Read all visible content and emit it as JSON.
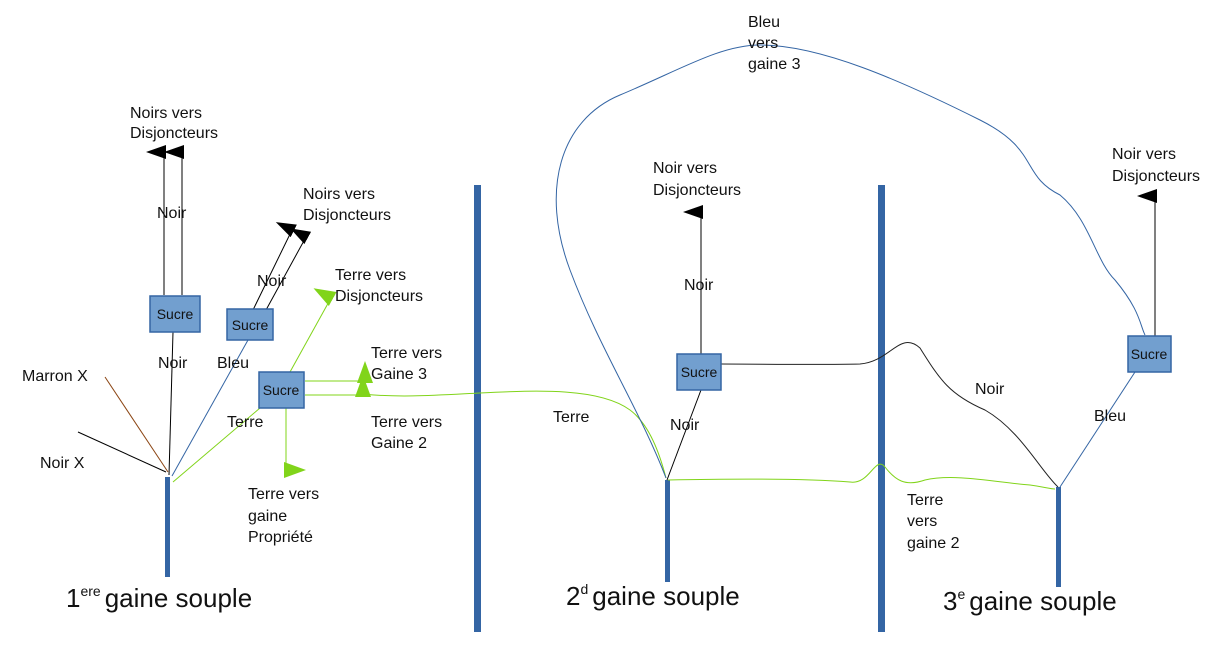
{
  "colors": {
    "gaine": "#3465a4",
    "sucre_fill": "#729fcf",
    "noir": "#000000",
    "bleu": "#3465a4",
    "terre": "#81d41a",
    "marron": "#8b4513"
  },
  "gaines": [
    {
      "number": "1",
      "suffix": "ere",
      "label": "gaine souple"
    },
    {
      "number": "2",
      "suffix": "d",
      "label": "gaine souple"
    },
    {
      "number": "3",
      "suffix": "e",
      "label": "gaine souple"
    }
  ],
  "sucre_label": "Sucre",
  "section1": {
    "noirs_vers_disj_1": [
      "Noirs vers",
      "Disjoncteurs"
    ],
    "noirs_vers_disj_2": [
      "Noirs vers",
      "Disjoncteurs"
    ],
    "terre_vers_disj": [
      "Terre vers",
      "Disjoncteurs"
    ],
    "terre_vers_gaine3": [
      "Terre vers",
      "Gaine 3"
    ],
    "terre_vers_gaine2": [
      "Terre vers",
      "Gaine 2"
    ],
    "terre_vers_propriete": [
      "Terre vers",
      "gaine",
      "Propriété"
    ],
    "noir_label_top": "Noir",
    "noir_label_mid": "Noir",
    "noir_label_low": "Noir",
    "bleu_label": "Bleu",
    "terre_label": "Terre",
    "marron_x": "Marron X",
    "noir_x": "Noir X"
  },
  "section2": {
    "noir_vers_disj": [
      "Noir vers",
      "Disjoncteurs"
    ],
    "noir_label_up": "Noir",
    "noir_label_down": "Noir",
    "terre_label": "Terre",
    "bleu_vers_gaine3": [
      "Bleu",
      "vers",
      "gaine 3"
    ]
  },
  "section3": {
    "noir_vers_disj": [
      "Noir vers",
      "Disjoncteurs"
    ],
    "noir_label": "Noir",
    "bleu_label": "Bleu",
    "terre_vers_gaine2": [
      "Terre",
      "vers",
      "gaine 2"
    ]
  }
}
